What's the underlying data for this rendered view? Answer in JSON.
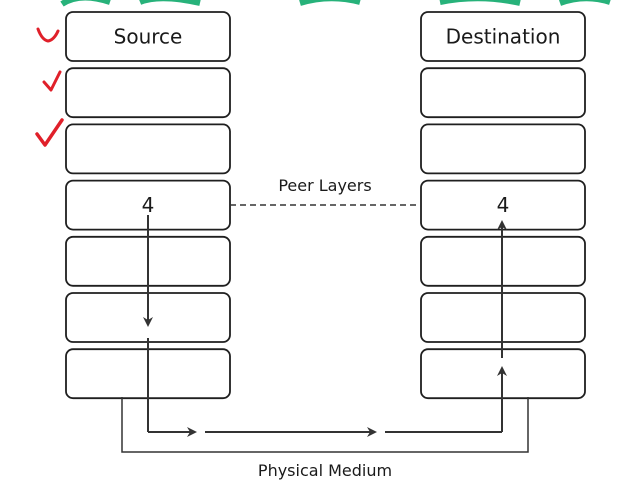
{
  "diagram": {
    "source_stack": {
      "title": "Source",
      "layers": [
        "Source",
        "",
        "",
        "4",
        "",
        "",
        ""
      ]
    },
    "destination_stack": {
      "title": "Destination",
      "layers": [
        "Destination",
        "",
        "",
        "4",
        "",
        "",
        ""
      ]
    },
    "peer_link_label": "Peer Layers",
    "medium_label": "Physical Medium",
    "colors": {
      "box_stroke": "#1f1f1f",
      "arrow": "#333333",
      "checkmark": "#e0202a",
      "text": "#1a1a1a",
      "top_band": "#27b27a"
    }
  }
}
